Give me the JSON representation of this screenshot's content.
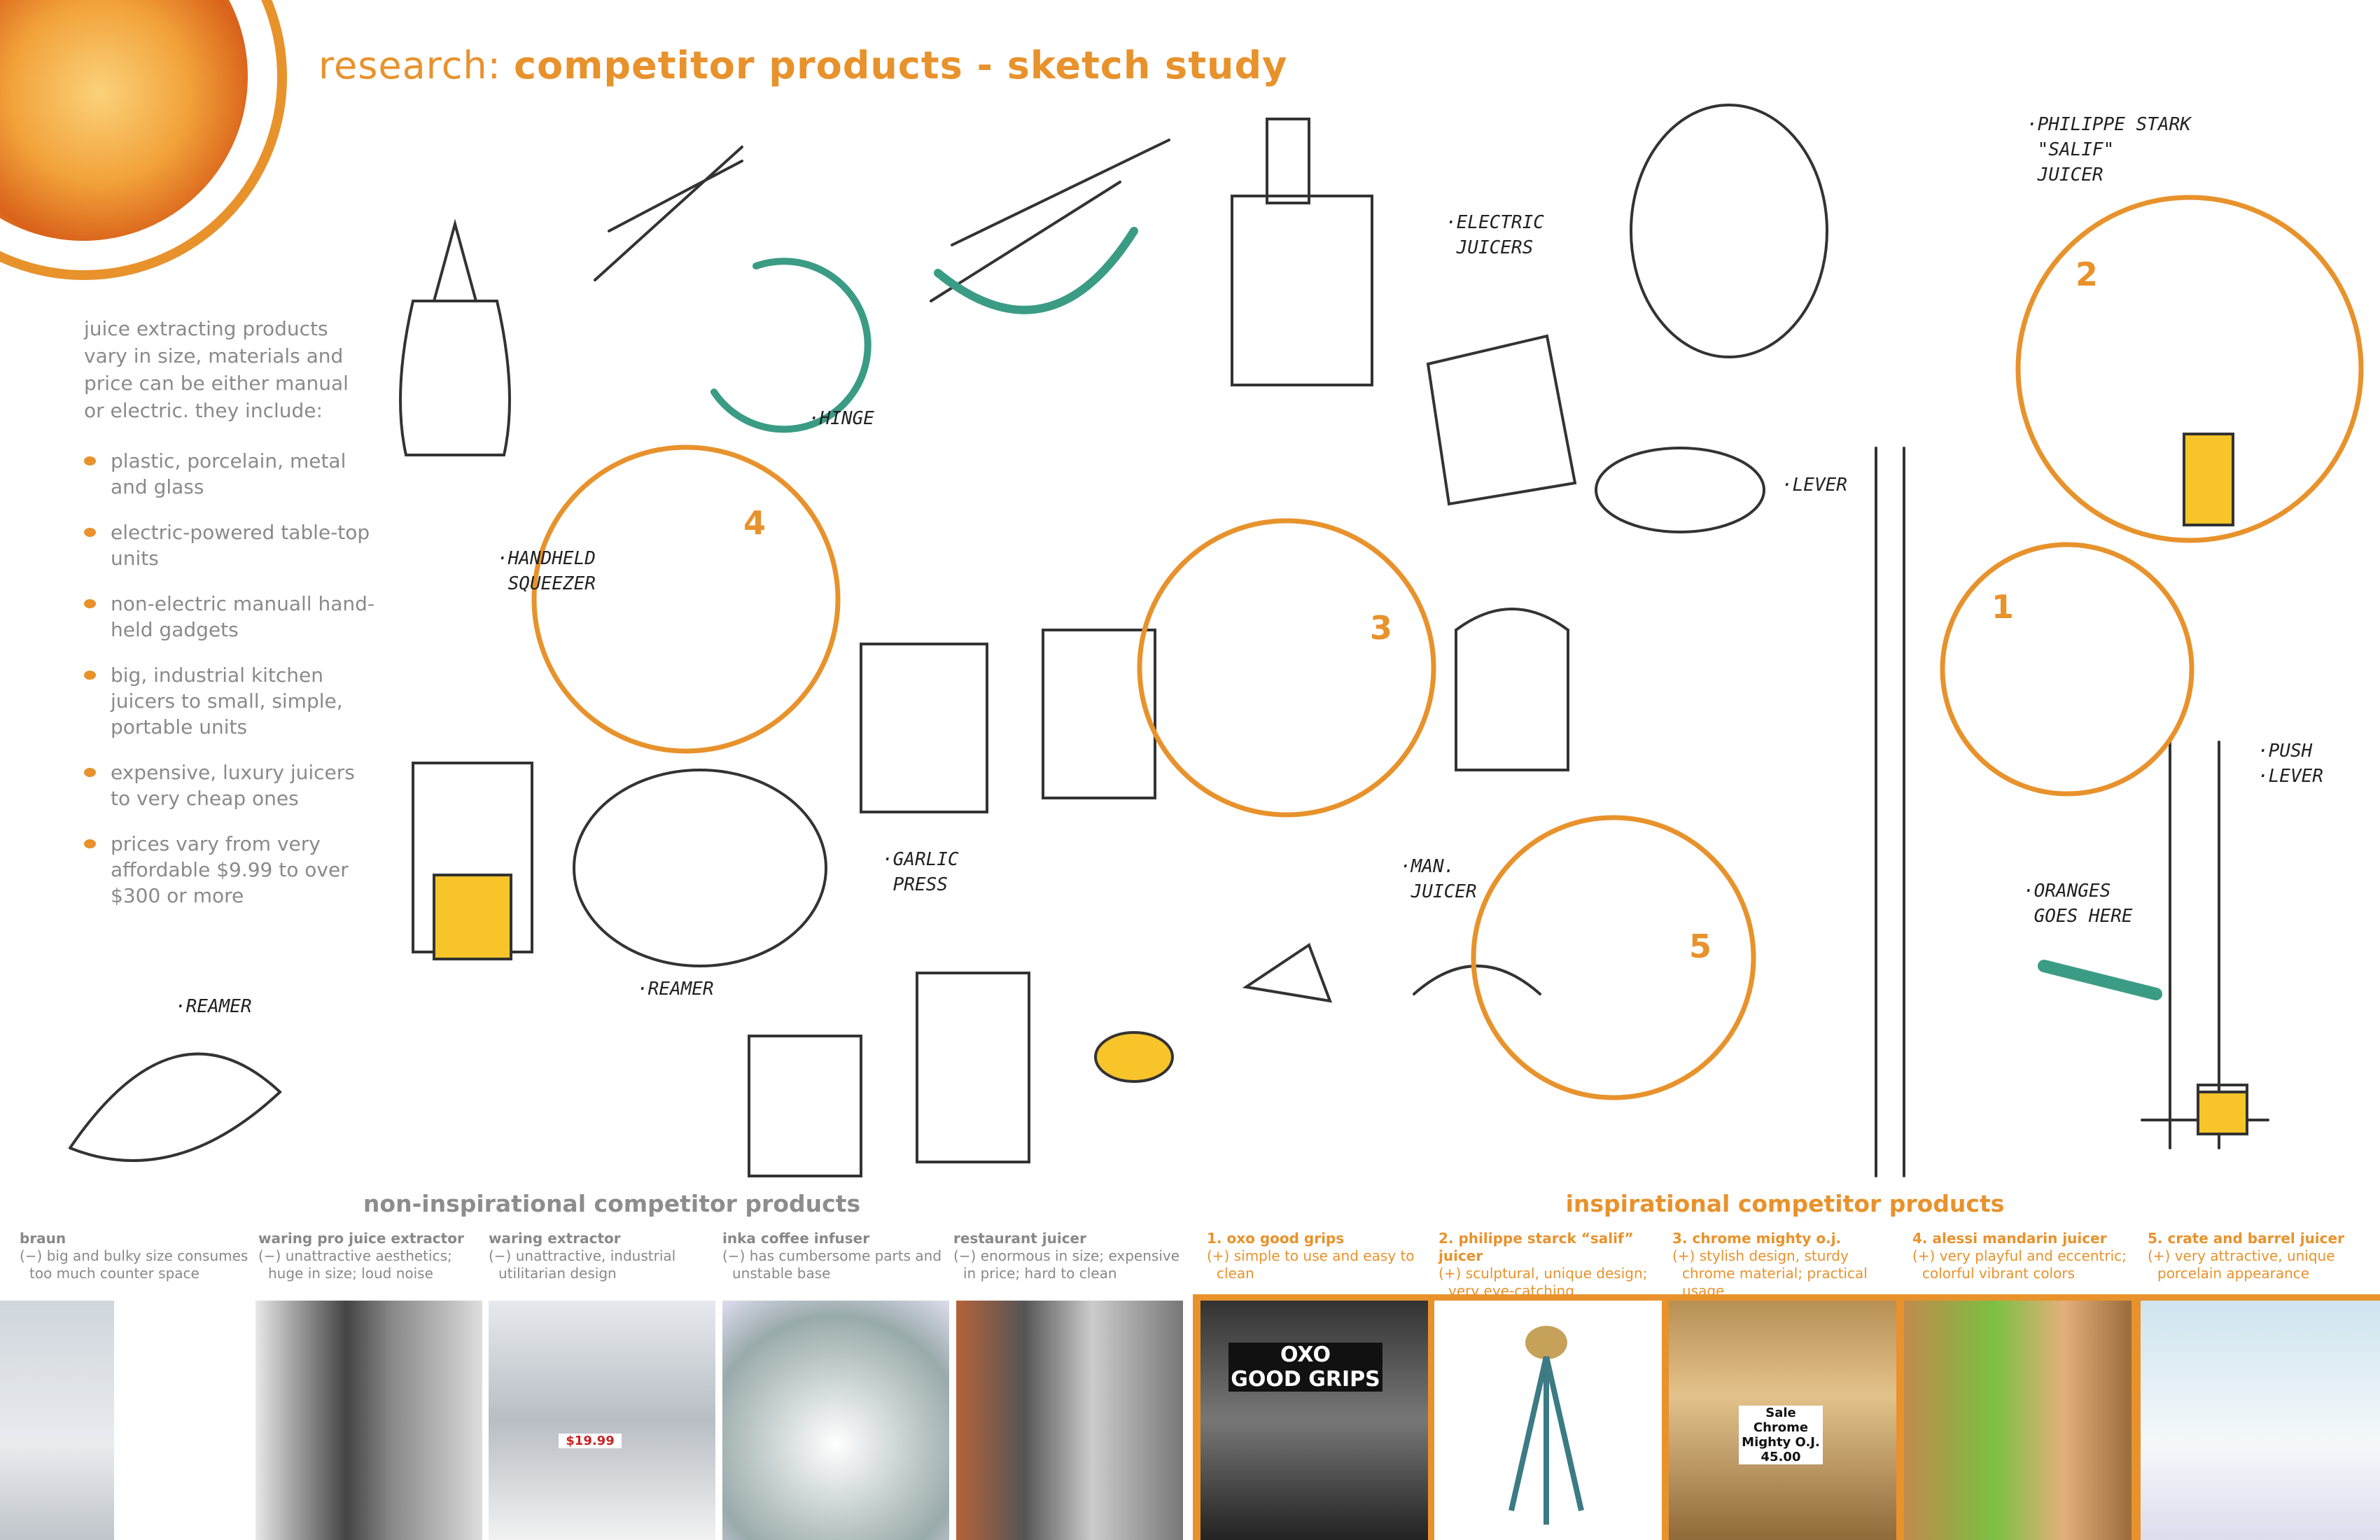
{
  "title": {
    "prefix": "research:",
    "main": "competitor products - sketch study"
  },
  "intro": "juice extracting products vary in size, materials and price can be either manual or electric.  they include:",
  "bullets": [
    "plastic, porcelain, metal and glass",
    "electric-powered table-top units",
    "non-electric manuall hand-held gadgets",
    "big, industrial kitchen juicers to small, simple, portable units",
    "expensive, luxury juicers to very cheap ones",
    "prices vary from very affordable $9.99 to over $300 or more"
  ],
  "sketch_labels": {
    "electric": "·ELECTRIC\n JUICERS",
    "starck": "·PHILIPPE STARK\n \"SALIF\"\n JUICER",
    "hinge": "·HINGE",
    "handheld": "·HANDHELD\n SQUEEZER",
    "lever": "·LEVER",
    "garlic": "·GARLIC\n PRESS",
    "man": "·MAN.\n JUICER",
    "reamer1": "·REAMER",
    "reamer2": "·REAMER",
    "oranges": "·ORANGES\n GOES HERE",
    "push": "·PUSH\n·LEVER"
  },
  "circle_numbers": [
    "1",
    "2",
    "3",
    "4",
    "5"
  ],
  "colors": {
    "accent": "#e8922c",
    "gray_text": "#8a8a8a"
  },
  "non_inspirational": {
    "heading": "non-inspirational competitor products",
    "items": [
      {
        "name": "braun",
        "desc": "(−) big and bulky size consumes too much counter space"
      },
      {
        "name": "waring pro juice extractor",
        "desc": "(−) unattractive aesthetics; huge in size; loud noise"
      },
      {
        "name": "waring extractor",
        "desc": "(−) unattractive, industrial utilitarian design"
      },
      {
        "name": "inka coffee infuser",
        "desc": "(−) has cumbersome parts and unstable base"
      },
      {
        "name": "restaurant juicer",
        "desc": "(−) enormous in size; expensive in price; hard to clean"
      }
    ]
  },
  "inspirational": {
    "heading": "inspirational competitor products",
    "items": [
      {
        "name": "1. oxo good grips",
        "desc": "(+) simple to use and easy to clean"
      },
      {
        "name": "2. philippe starck “salif” juicer",
        "desc": "(+) sculptural, unique design; very eye-catching"
      },
      {
        "name": "3. chrome mighty o.j.",
        "desc": "(+) stylish design, sturdy chrome material; practical usage"
      },
      {
        "name": "4. alessi mandarin juicer",
        "desc": "(+) very playful and eccentric; colorful vibrant colors"
      },
      {
        "name": "5. crate and barrel juicer",
        "desc": "(+) very attractive, unique porcelain appearance"
      }
    ]
  },
  "photo_labels": {
    "oxo": "OXO\nGOOD GRIPS",
    "chrome": "Sale\nChrome\nMighty O.J.\n45.00",
    "waring_price": "$19.99"
  }
}
